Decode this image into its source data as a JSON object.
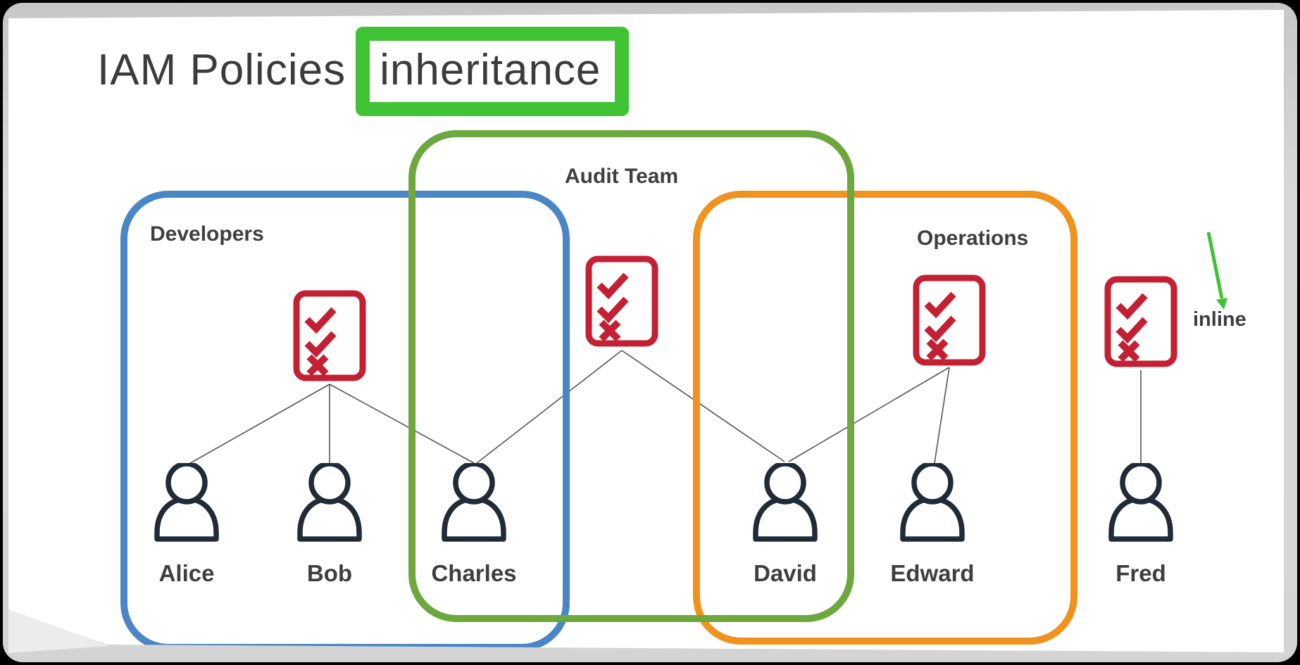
{
  "slide": {
    "title": {
      "prefix": "IAM Policies",
      "highlight": "inheritance"
    }
  },
  "groups": [
    {
      "name": "Developers",
      "color": "#4A86C6",
      "members": [
        "Alice",
        "Bob",
        "Charles"
      ]
    },
    {
      "name": "Audit Team",
      "color": "#6CA83E",
      "members": [
        "Charles",
        "David"
      ]
    },
    {
      "name": "Operations",
      "color": "#F0921E",
      "members": [
        "David",
        "Edward"
      ]
    }
  ],
  "users": [
    {
      "name": "Alice"
    },
    {
      "name": "Bob"
    },
    {
      "name": "Charles"
    },
    {
      "name": "David"
    },
    {
      "name": "Edward"
    },
    {
      "name": "Fred"
    }
  ],
  "policies": [
    {
      "id": "developers-policy",
      "marks": [
        "check",
        "check",
        "cross"
      ],
      "attached_to": [
        "Alice",
        "Bob",
        "Charles"
      ]
    },
    {
      "id": "audit-policy",
      "marks": [
        "check",
        "check",
        "cross"
      ],
      "attached_to": [
        "Charles",
        "David"
      ]
    },
    {
      "id": "operations-policy",
      "marks": [
        "check",
        "check",
        "cross"
      ],
      "attached_to": [
        "David",
        "Edward"
      ]
    },
    {
      "id": "inline-policy",
      "marks": [
        "check",
        "check",
        "cross"
      ],
      "attached_to": [
        "Fred"
      ],
      "annotation": "inline"
    }
  ],
  "annotation": {
    "label": "inline"
  },
  "colors": {
    "group_developers": "#4A86C6",
    "group_audit": "#6CA83E",
    "group_operations": "#F0921E",
    "policy_red": "#C42033",
    "highlight_green": "#3FC335",
    "person_dark": "#202B38",
    "text_dark": "#3E3E3E",
    "connector_gray": "#555555"
  }
}
